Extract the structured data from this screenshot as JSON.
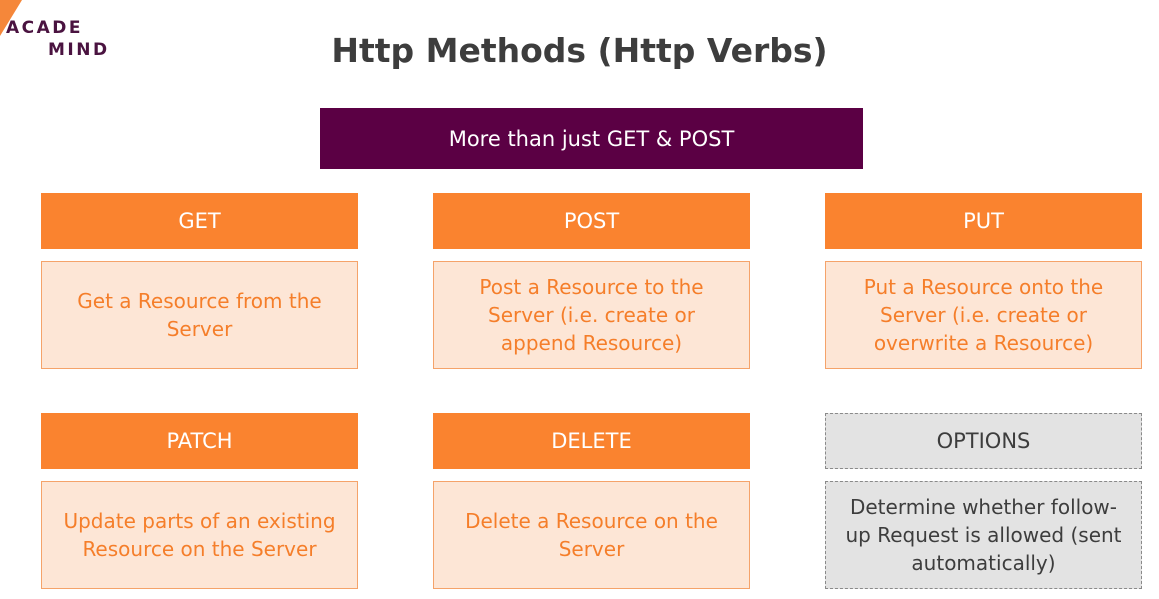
{
  "logo": {
    "line1": "ACADE",
    "line2": "MIND"
  },
  "title": "Http Methods (Http Verbs)",
  "banner": "More than just GET & POST",
  "methods": [
    {
      "name": "GET",
      "description": "Get a Resource from the Server"
    },
    {
      "name": "POST",
      "description": "Post a Resource to the Server (i.e. create or append  Resource)"
    },
    {
      "name": "PUT",
      "description": "Put a Resource onto the Server (i.e. create or overwrite a  Resource)"
    },
    {
      "name": "PATCH",
      "description": "Update parts of an existing Resource on the Server"
    },
    {
      "name": "DELETE",
      "description": "Delete a Resource on the Server"
    },
    {
      "name": "OPTIONS",
      "description": "Determine whether follow-up Request is allowed (sent automatically)"
    }
  ],
  "colors": {
    "brand_purple": "#5b0044",
    "method_orange": "#fa832f",
    "desc_fill": "#fde6d6",
    "desc_text": "#f57e2a",
    "options_gray": "#e3e3e3"
  }
}
